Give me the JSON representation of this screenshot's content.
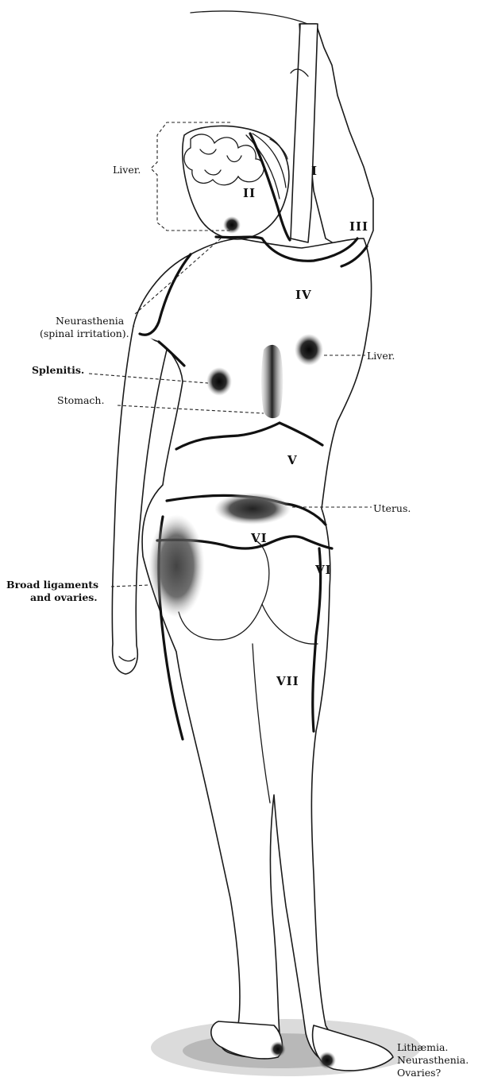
{
  "labels": {
    "liver_head": "Liver.",
    "neurasthenia_line1": "Neurasthenia",
    "neurasthenia_line2": "(spinal irritation).",
    "liver_back": "Liver.",
    "splenitis": "Splenitis.",
    "stomach": "Stomach.",
    "uterus": "Uterus.",
    "broad_line1": "Broad ligaments",
    "broad_line2": "and ovaries.",
    "feet_line1": "Lithæmia.",
    "feet_line2": "Neurasthenia.",
    "feet_line3": "Ovaries?"
  },
  "zones": {
    "i": "I",
    "ii": "II",
    "iii": "III",
    "iv": "IV",
    "v": "V",
    "vi_center": "VI",
    "vi_right": "VI",
    "vii": "VII"
  }
}
